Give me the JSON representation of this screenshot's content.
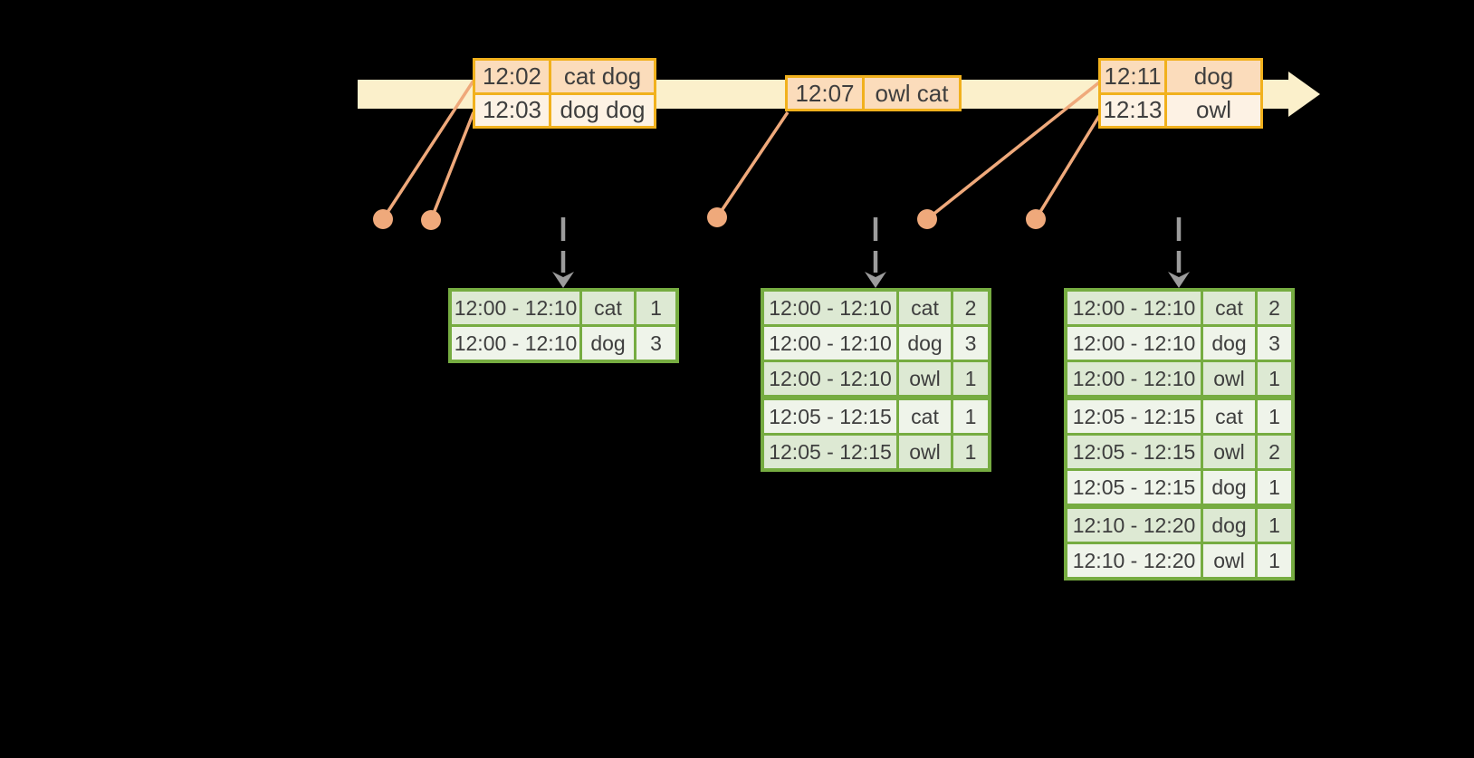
{
  "colors": {
    "background": "#000000",
    "timeline_fill": "#FBF0CB",
    "event_border": "#F1B11D",
    "event_row_dark": "#FBDCBB",
    "event_row_light": "#FDF2E4",
    "connector": "#EFA97B",
    "trigger_arrow": "#9C9C9C",
    "result_border": "#76AC41",
    "result_row_dark": "#DDE9D3",
    "result_row_light": "#EFF4EA",
    "text": "#3E3E3E"
  },
  "event_tables": [
    {
      "rows": [
        {
          "time": "12:02",
          "words": "cat dog"
        },
        {
          "time": "12:03",
          "words": "dog dog"
        }
      ]
    },
    {
      "rows": [
        {
          "time": "12:07",
          "words": "owl cat"
        }
      ]
    },
    {
      "rows": [
        {
          "time": "12:11",
          "words": "dog"
        },
        {
          "time": "12:13",
          "words": "owl"
        }
      ]
    }
  ],
  "result_tables": [
    {
      "group_starts": [],
      "rows": [
        {
          "window": "12:00 - 12:10",
          "word": "cat",
          "count": "1"
        },
        {
          "window": "12:00 - 12:10",
          "word": "dog",
          "count": "3"
        }
      ]
    },
    {
      "group_starts": [
        3
      ],
      "rows": [
        {
          "window": "12:00 - 12:10",
          "word": "cat",
          "count": "2"
        },
        {
          "window": "12:00 - 12:10",
          "word": "dog",
          "count": "3"
        },
        {
          "window": "12:00 - 12:10",
          "word": "owl",
          "count": "1"
        },
        {
          "window": "12:05 - 12:15",
          "word": "cat",
          "count": "1"
        },
        {
          "window": "12:05 - 12:15",
          "word": "owl",
          "count": "1"
        }
      ]
    },
    {
      "group_starts": [
        3,
        6
      ],
      "rows": [
        {
          "window": "12:00 - 12:10",
          "word": "cat",
          "count": "2"
        },
        {
          "window": "12:00 - 12:10",
          "word": "dog",
          "count": "3"
        },
        {
          "window": "12:00 - 12:10",
          "word": "owl",
          "count": "1"
        },
        {
          "window": "12:05 - 12:15",
          "word": "cat",
          "count": "1"
        },
        {
          "window": "12:05 - 12:15",
          "word": "owl",
          "count": "2"
        },
        {
          "window": "12:05 - 12:15",
          "word": "dog",
          "count": "1"
        },
        {
          "window": "12:10 - 12:20",
          "word": "dog",
          "count": "1"
        },
        {
          "window": "12:10 - 12:20",
          "word": "owl",
          "count": "1"
        }
      ]
    }
  ]
}
